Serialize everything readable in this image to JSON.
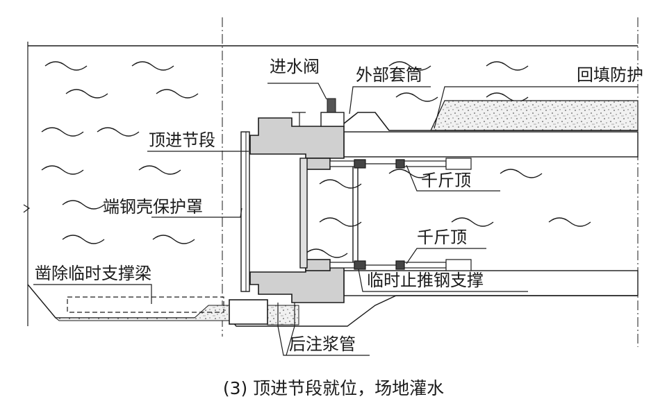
{
  "labels": {
    "inlet_valve": "进水阀",
    "outer_sleeve": "外部套筒",
    "backfill_protection": "回填防护",
    "jacking_segment": "顶进节段",
    "jack_upper": "千斤顶",
    "end_steel_shell_cover": "端钢壳保护罩",
    "jack_lower": "千斤顶",
    "remove_temp_beam": "凿除临时支撑梁",
    "temp_thrust_steel_support": "临时止推钢支撑",
    "post_grouting_pipe": "后注浆管"
  },
  "caption": "(3) 顶进节段就位，场地灌水",
  "colors": {
    "line": "#1a1a1a",
    "segment_fill": "#d0d0d0",
    "gravel_fill": "#f0f0f0"
  }
}
